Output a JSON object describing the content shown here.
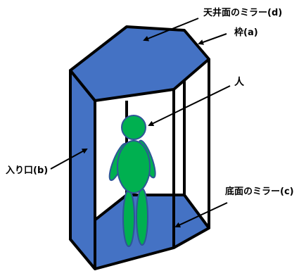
{
  "labels": {
    "ceiling_mirror": "天井面のミラー(d)",
    "frame": "枠(a)",
    "person": "人",
    "entrance": "入り口(b)",
    "floor_mirror": "底面のミラー(c)"
  },
  "colors": {
    "panel_fill": "#4472C4",
    "outline": "#000000",
    "person_fill": "#00B050",
    "person_outline": "#2E5597",
    "background": "#FFFFFF"
  }
}
